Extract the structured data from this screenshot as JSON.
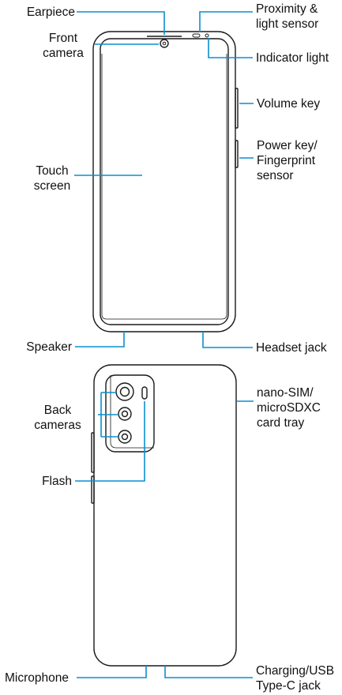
{
  "colors": {
    "callout": "#0a8fd0",
    "outline": "#1a1a1a",
    "text": "#111111",
    "background": "#ffffff"
  },
  "front_labels": {
    "earpiece": "Earpiece",
    "front_camera": "Front\ncamera",
    "proximity_light_sensor": "Proximity &\nlight sensor",
    "indicator_light": "Indicator light",
    "volume_key": "Volume key",
    "power_key": "Power key/\nFingerprint\nsensor",
    "touch_screen": "Touch\nscreen",
    "speaker": "Speaker",
    "headset_jack": "Headset jack"
  },
  "back_labels": {
    "back_cameras": "Back\ncameras",
    "flash": "Flash",
    "card_tray": "nano-SIM/\nmicroSDXC\ncard tray",
    "microphone": "Microphone",
    "charging_port": "Charging/USB\nType-C jack"
  }
}
